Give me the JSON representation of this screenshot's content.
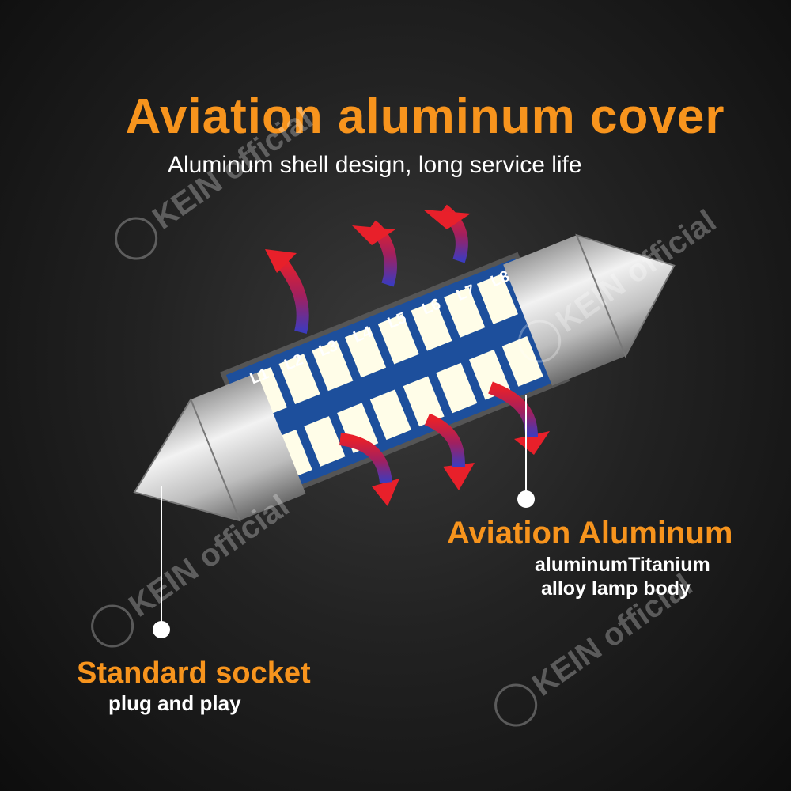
{
  "title": "Aviation aluminum cover",
  "subtitle": "Aluminum shell design, long service life",
  "callouts": {
    "body": {
      "heading": "Aviation Aluminum",
      "line1": "aluminumTitanium",
      "line2": "alloy lamp body"
    },
    "socket": {
      "heading": "Standard socket",
      "line1": "plug and play"
    }
  },
  "watermark": "KEIN official",
  "led_labels": [
    "L1",
    "L2",
    "L3",
    "L4",
    "L5",
    "L6",
    "L7",
    "L8"
  ],
  "colors": {
    "accent": "#f7941d",
    "pcb": "#1d4f9c",
    "arrow": "#d9202a"
  }
}
